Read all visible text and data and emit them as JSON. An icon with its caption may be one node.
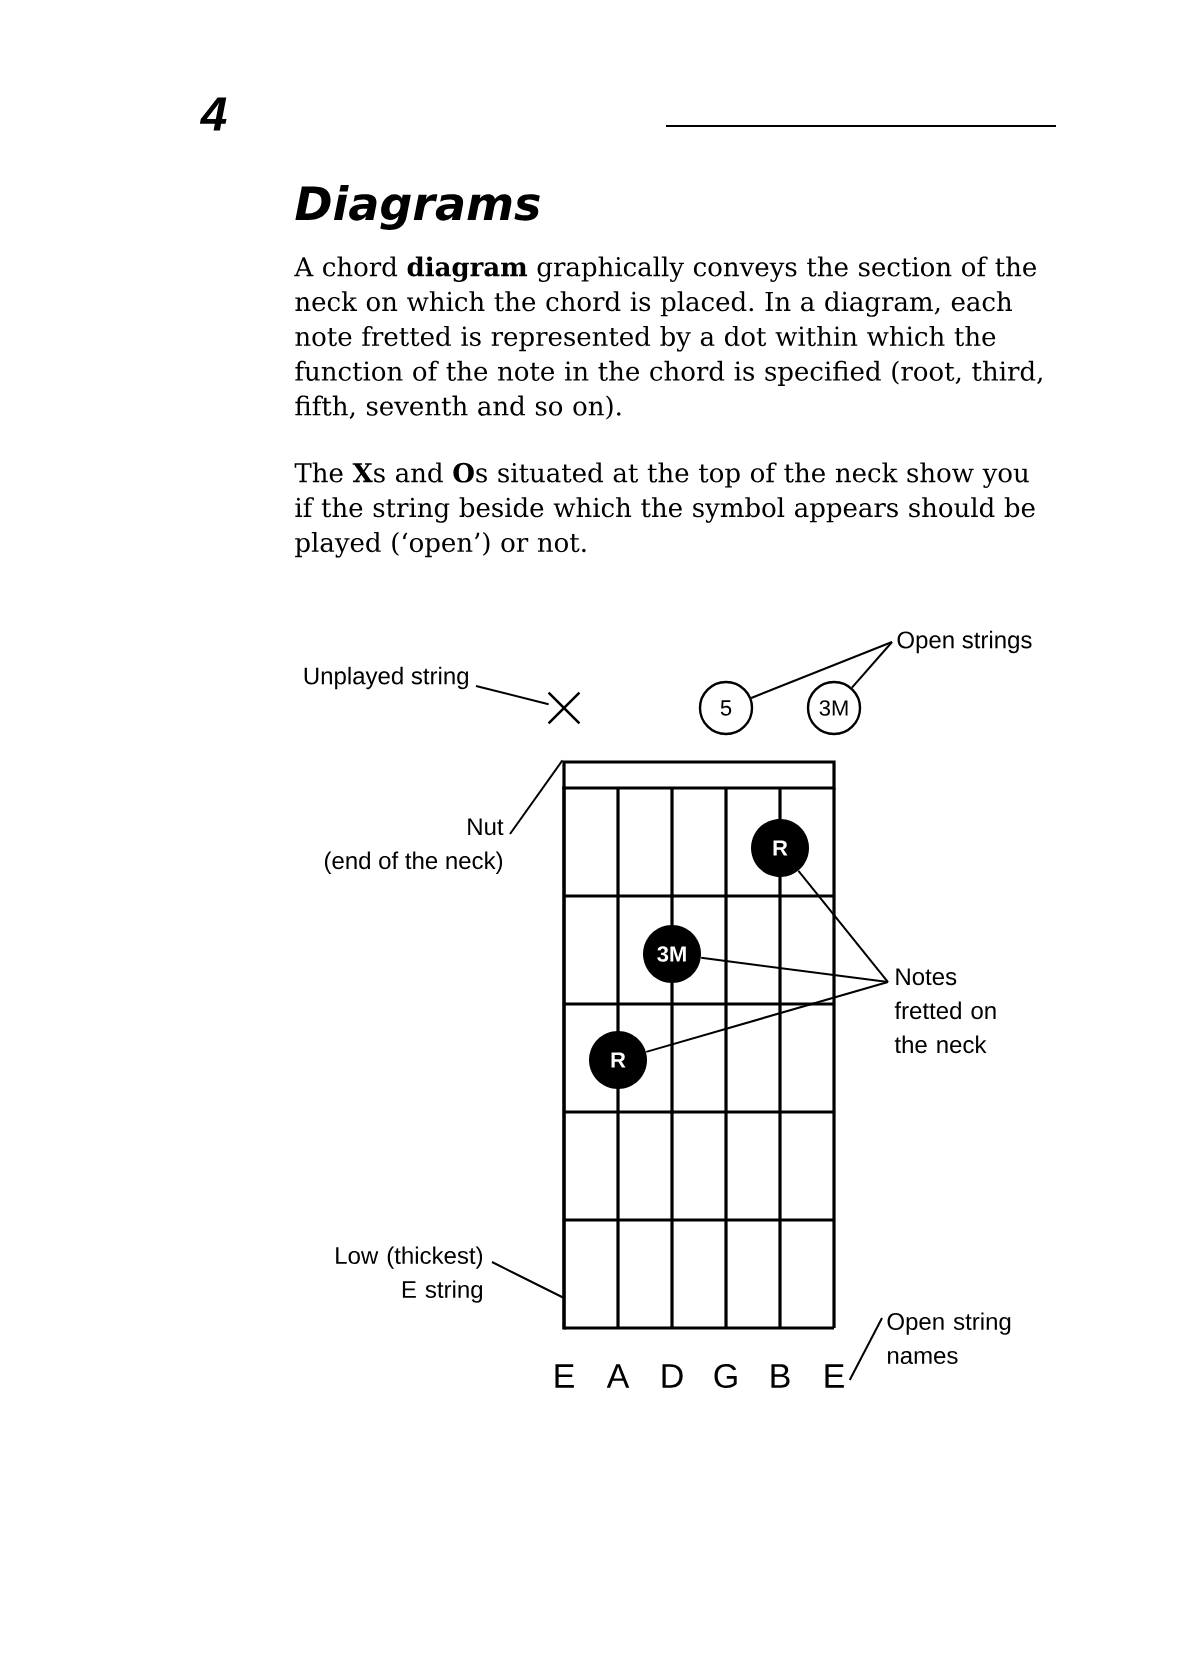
{
  "diagram": {
    "title": "Diagrams",
    "nodes": [
      {
        "text": [
          "Open strings"
        ]
      },
      {
        "text": [
          "Unplayed string"
        ]
      },
      {
        "text": [],
        "shape": "cross"
      },
      {
        "text": [
          "5"
        ]
      },
      {
        "text": [
          "3M"
        ]
      },
      {
        "text": [
          "Nut",
          "(end of the neck)"
        ]
      },
      {
        "text": [],
        "shape": "bar"
      },
      {
        "text": [
          "R"
        ]
      },
      {
        "text": [
          "3M"
        ]
      },
      {
        "text": [
          "Notes fretted on the neck"
        ]
      },
      {
        "text": [
          "R"
        ]
      },
      {
        "text": [
          "Low (thickest) E string"
        ]
      },
      {
        "text": [],
        "shape": "line"
      },
      {
        "text": [
          "Open string names"
        ]
      },
      {
        "text": [
          "E"
        ]
      }
    ],
    "edges": [
      {
        "from": 0,
        "to": 3,
        "arrow": "none"
      },
      {
        "from": 0,
        "to": 4,
        "arrow": "none"
      },
      {
        "from": 1,
        "to": 2,
        "arrow": "none"
      },
      {
        "from": 5,
        "to": 6,
        "arrow": "none"
      },
      {
        "from": 9,
        "to": 7,
        "arrow": "none"
      },
      {
        "from": 9,
        "to": 8,
        "arrow": "none"
      },
      {
        "from": 9,
        "to": 10,
        "arrow": "none"
      },
      {
        "from": 11,
        "to": 12,
        "arrow": "none"
      },
      {
        "from": 13,
        "to": 14,
        "arrow": "none"
      }
    ],
    "labels": [
      "4",
      "A chord **diagram** graphically conveys the section of the neck on which the chord is placed. In a diagram, each note fretted is represented by a dot within which the function of the note in the chord is specified (root, third, fifth, seventh and so on).",
      "The **X**s and **O**s situated at the top of the neck show you if the string beside which the symbol appears should be played (‘open’) or not.",
      "E",
      "A",
      "D",
      "G",
      "B"
    ]
  }
}
